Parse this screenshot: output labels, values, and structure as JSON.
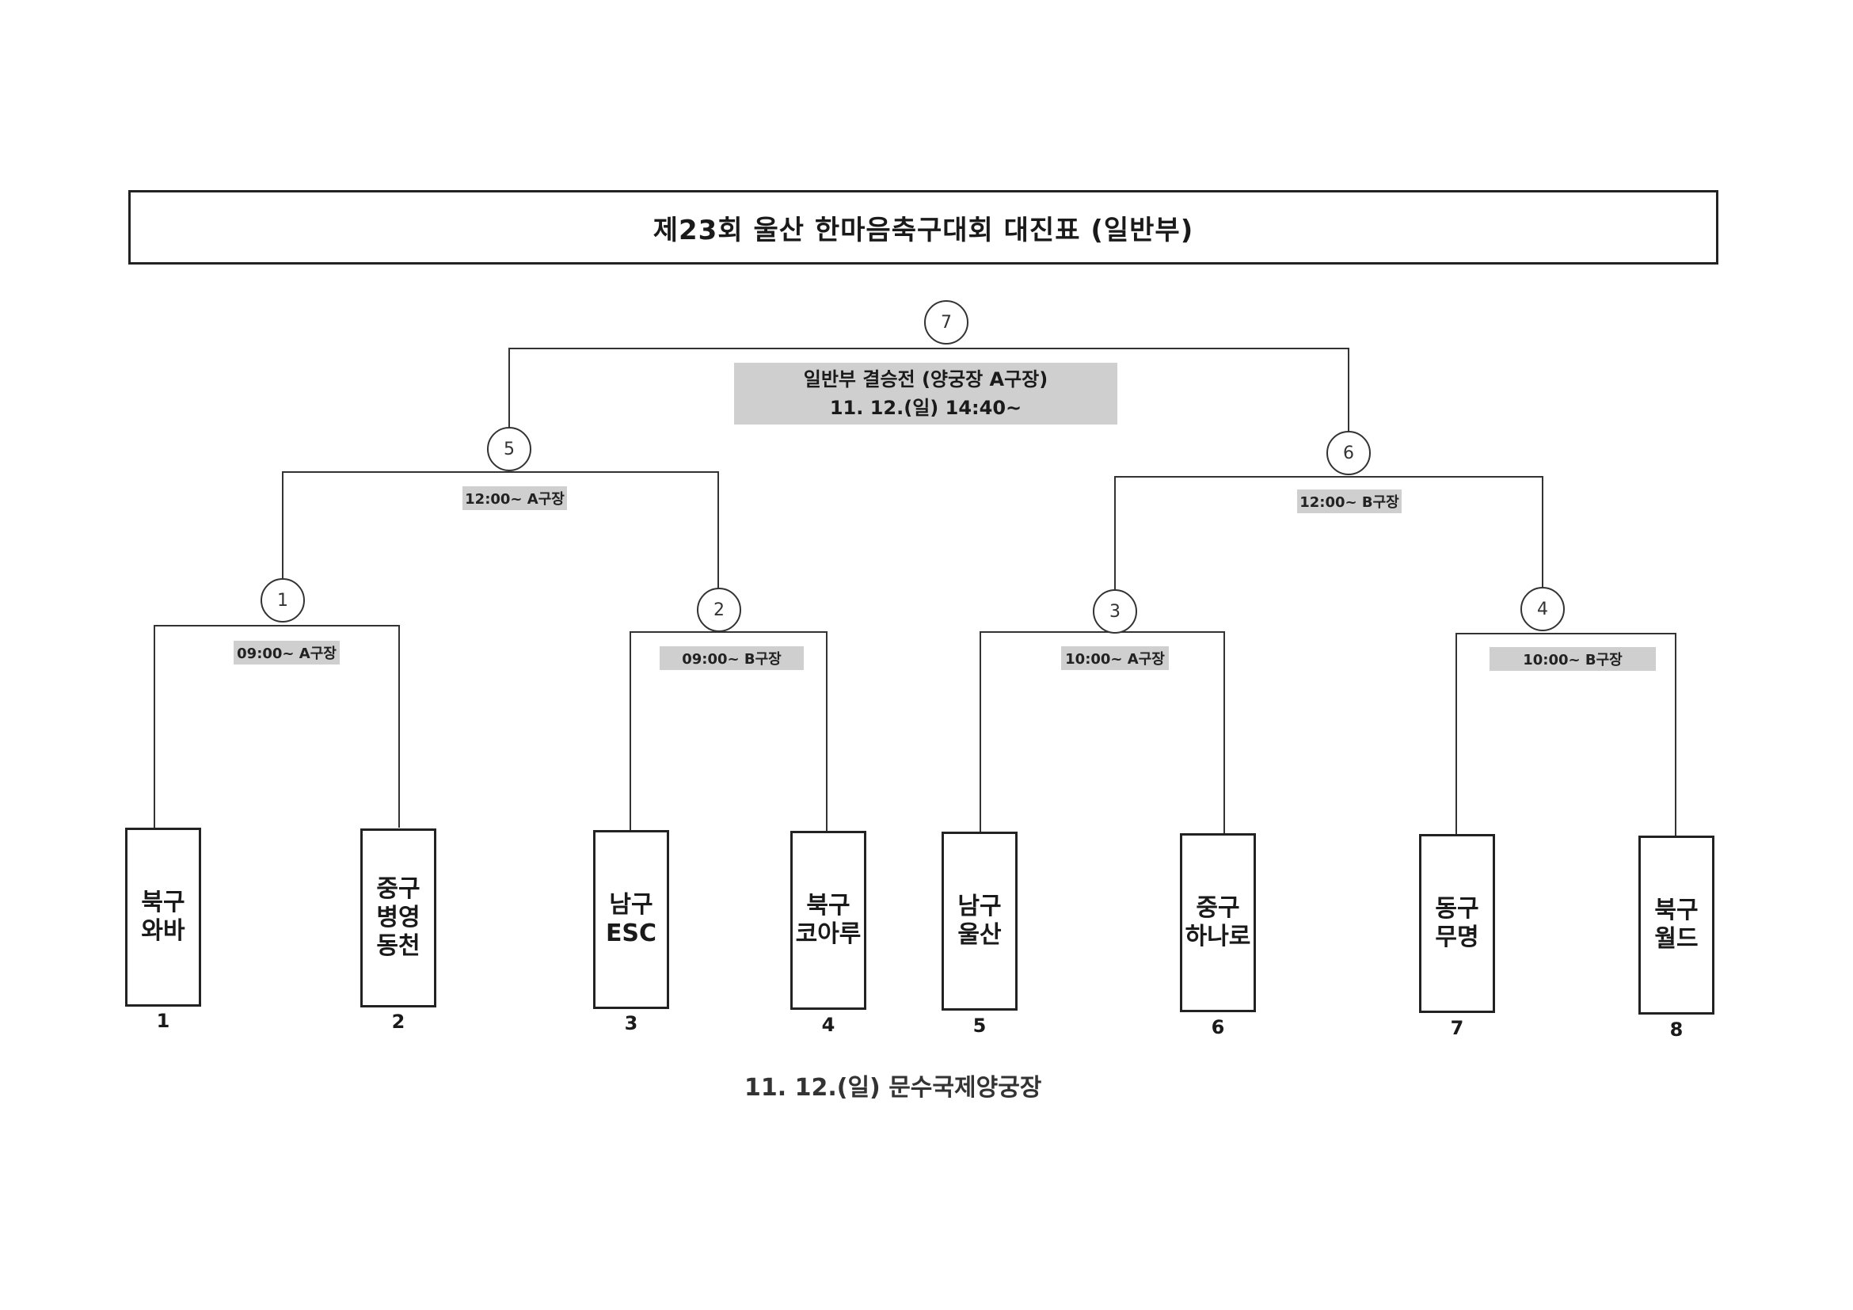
{
  "title": "제23회 울산 한마음축구대회 대진표 (일반부)",
  "final": {
    "match_no": "7",
    "label_line1": "일반부 결승전 (양궁장 A구장)",
    "label_line2": "11. 12.(일) 14:40~"
  },
  "semifinals": [
    {
      "match_no": "5",
      "schedule": "12:00~ A구장"
    },
    {
      "match_no": "6",
      "schedule": "12:00~ B구장"
    }
  ],
  "quarterfinals": [
    {
      "match_no": "1",
      "schedule": "09:00~ A구장"
    },
    {
      "match_no": "2",
      "schedule": "09:00~ B구장"
    },
    {
      "match_no": "3",
      "schedule": "10:00~ A구장"
    },
    {
      "match_no": "4",
      "schedule": "10:00~ B구장"
    }
  ],
  "teams": [
    {
      "seed": "1",
      "name": "북구\n와바"
    },
    {
      "seed": "2",
      "name": "중구\n병영\n동천"
    },
    {
      "seed": "3",
      "name": "남구\nESC"
    },
    {
      "seed": "4",
      "name": "북구\n코아루"
    },
    {
      "seed": "5",
      "name": "남구\n울산"
    },
    {
      "seed": "6",
      "name": "중구\n하나로"
    },
    {
      "seed": "7",
      "name": "동구\n무명"
    },
    {
      "seed": "8",
      "name": "북구\n월드"
    }
  ],
  "footer": "11. 12.(일) 문수국제양궁장"
}
